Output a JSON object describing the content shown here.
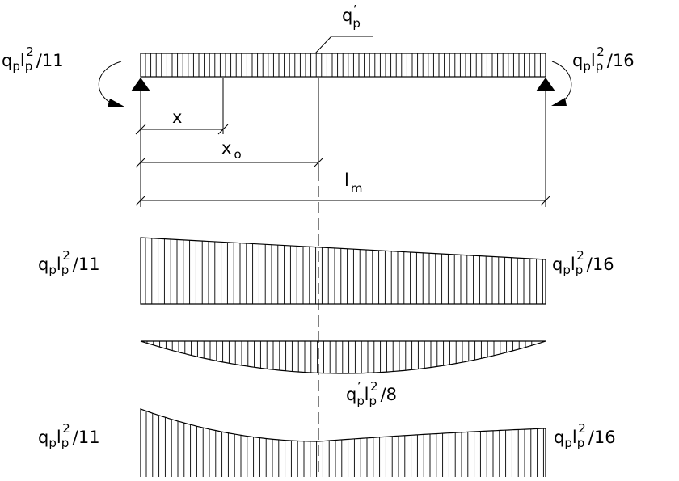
{
  "load": {
    "symbol": "q",
    "subscript": "p",
    "prime": "’"
  },
  "moments": {
    "left": {
      "q": "q",
      "q_sub": "p",
      "l": "l",
      "l_sub": "p",
      "l_sup": "2",
      "divisor": "/11"
    },
    "right": {
      "q": "q",
      "q_sub": "p",
      "l": "l",
      "l_sub": "p",
      "l_sup": "2",
      "divisor": "/16"
    },
    "span": {
      "q": "q",
      "q_prime": "’",
      "q_sub": "p",
      "l": "l",
      "l_sub": "p",
      "l_sup": "2",
      "divisor": "/8"
    }
  },
  "dimensions": {
    "x": "x",
    "x0": {
      "symbol": "x",
      "subscript": "o"
    },
    "lm": {
      "symbol": "l",
      "subscript": "m"
    }
  }
}
